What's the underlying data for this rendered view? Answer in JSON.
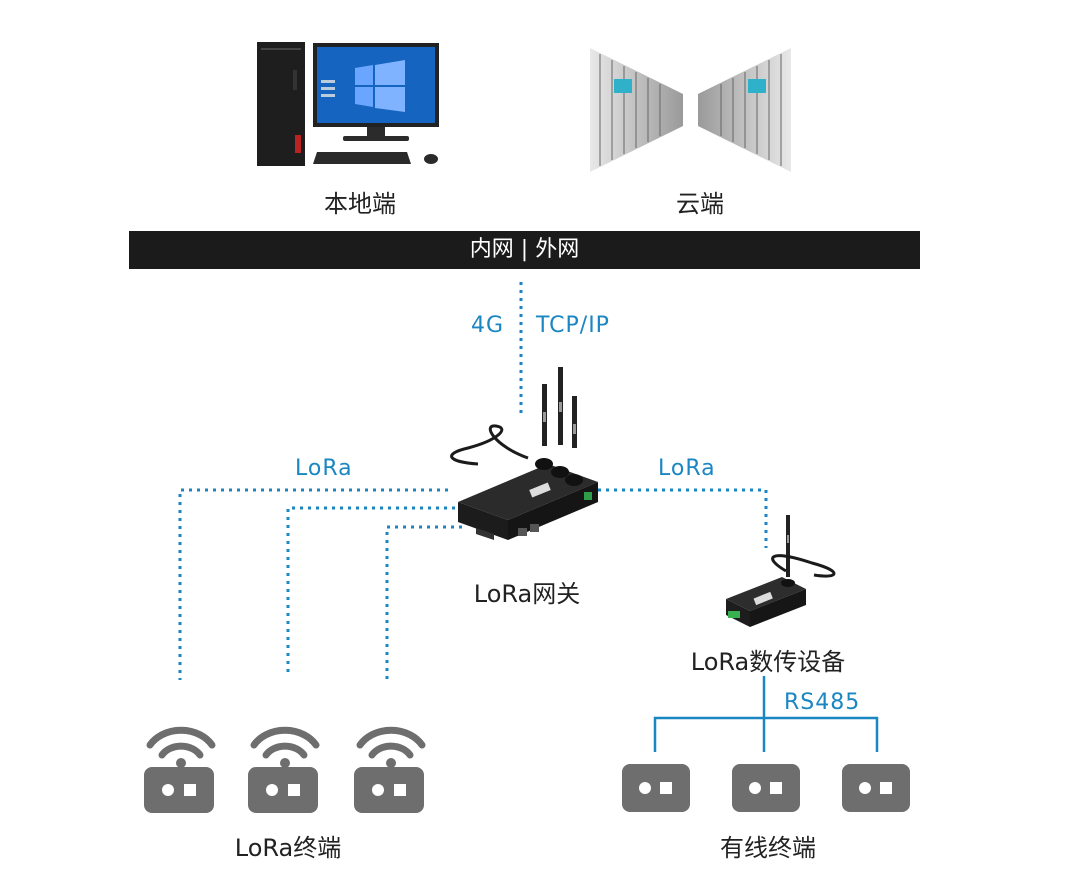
{
  "top": {
    "local_label": "本地端",
    "cloud_label": "云端"
  },
  "network_bar": {
    "text": "内网 | 外网"
  },
  "links": {
    "cellular": "4G",
    "protocol": "TCP/IP",
    "lora_left": "LoRa",
    "lora_right": "LoRa",
    "rs485": "RS485"
  },
  "devices": {
    "gateway_label": "LoRa网关",
    "dtu_label": "LoRa数传设备",
    "lora_terminals_label": "LoRa终端",
    "wired_terminals_label": "有线终端"
  },
  "colors": {
    "link_blue": "#1a86c2",
    "bar_dark": "#1b1b1b",
    "terminal_gray": "#6e6e6e"
  }
}
